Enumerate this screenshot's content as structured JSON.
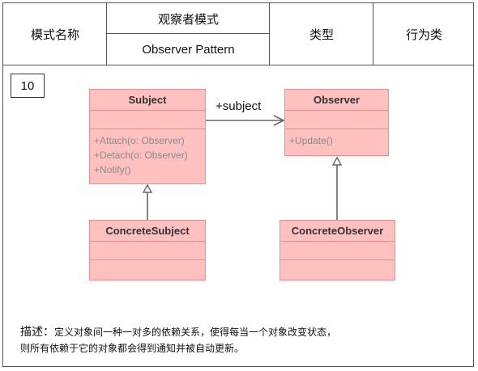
{
  "header": {
    "name_label": "模式名称",
    "pattern_name_cn": "观察者模式",
    "pattern_name_en": "Observer Pattern",
    "type_label": "类型",
    "type_value": "行为类"
  },
  "number": "10",
  "diagram": {
    "subject": {
      "name": "Subject",
      "operations": [
        "+Attach(o: Observer)",
        "+Detach(o: Observer)",
        "+Notify()"
      ]
    },
    "observer": {
      "name": "Observer",
      "operations": [
        "+Update()"
      ]
    },
    "concrete_subject": {
      "name": "ConcreteSubject"
    },
    "concrete_observer": {
      "name": "ConcreteObserver"
    },
    "association_label": "+subject",
    "colors": {
      "class_fill": "#ffc0c0",
      "class_border": "#e58f8f",
      "line": "#666666"
    }
  },
  "description": {
    "label": "描述：",
    "line1": "定义对象间一种一对多的依赖关系，使得每当一个对象改变状态，",
    "line2": "则所有依赖于它的对象都会得到通知并被自动更新。"
  }
}
